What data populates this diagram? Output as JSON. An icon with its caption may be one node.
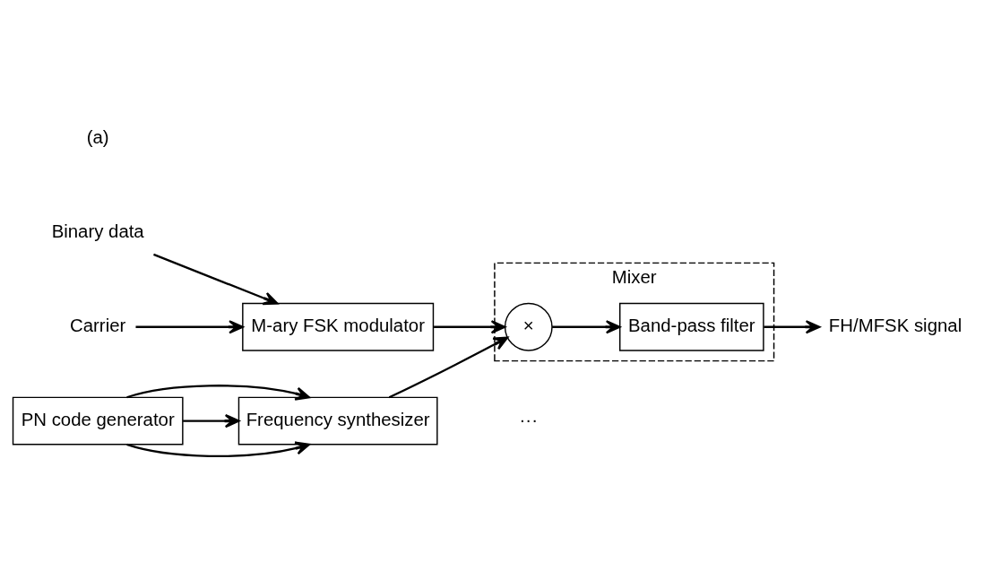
{
  "diagram": {
    "nodes": [
      {
        "text": [
          "Binary data"
        ]
      },
      {
        "text": [
          "M-ary FSK modulator"
        ]
      },
      {
        "text": [
          "Carrier"
        ]
      },
      {
        "text": [
          "Mixer"
        ]
      },
      {
        "text": [
          "×"
        ],
        "in": 3
      },
      {
        "text": [
          "Band-pass filter"
        ],
        "in": 3
      },
      {
        "text": [
          "FH/MFSK signal"
        ]
      },
      {
        "text": [
          "Frequency synthesizer"
        ]
      },
      {
        "text": [
          "PN code generator"
        ]
      }
    ],
    "edges": [
      {
        "from": 0,
        "to": 1,
        "arrow": "to"
      },
      {
        "from": 2,
        "to": 1,
        "arrow": "to"
      },
      {
        "from": 1,
        "to": 4,
        "arrow": "to"
      },
      {
        "from": 4,
        "to": 5,
        "arrow": "to"
      },
      {
        "from": 5,
        "to": 6,
        "arrow": "to"
      },
      {
        "from": 7,
        "to": 4,
        "arrow": "to"
      },
      {
        "from": 8,
        "to": 7,
        "arrow": "to"
      },
      {
        "from": 8,
        "to": 7,
        "arrow": "to"
      },
      {
        "from": 8,
        "to": 7,
        "arrow": "to"
      }
    ],
    "labels": [
      "···",
      "(a)"
    ]
  }
}
